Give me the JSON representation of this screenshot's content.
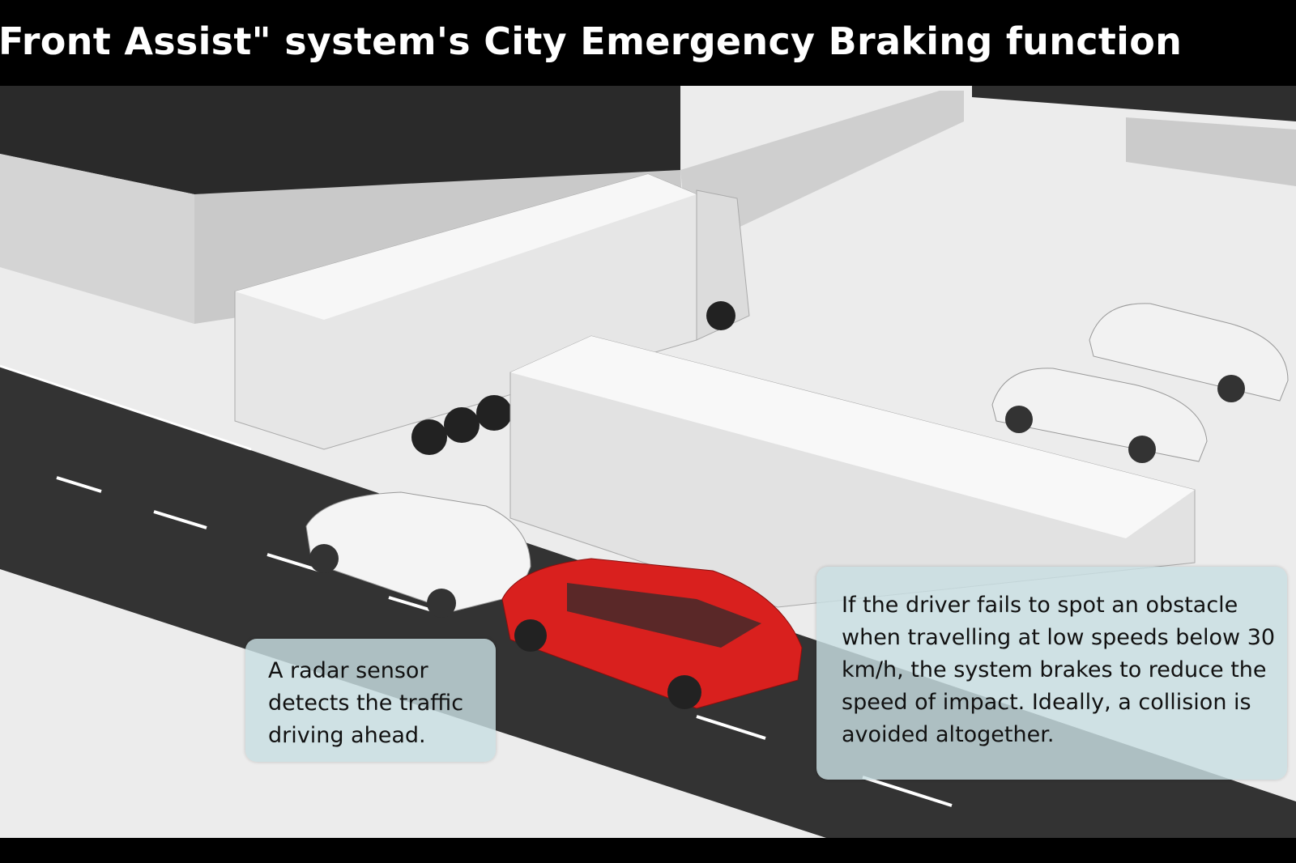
{
  "title": "Front Assist\" system's City Emergency Braking function",
  "callouts": {
    "radar": "A radar sensor detects the traffic driving ahead.",
    "braking": "If the driver fails to spot an obstacle when travelling at low speeds below 30 km/h, the system brakes to reduce the speed of impact. Ideally, a collision is avoided altogether."
  },
  "colors": {
    "title_bar": "#000000",
    "road": "#333333",
    "ground": "#ececec",
    "red_car": "#d9201e",
    "callout_bg": "#c8dee2"
  }
}
